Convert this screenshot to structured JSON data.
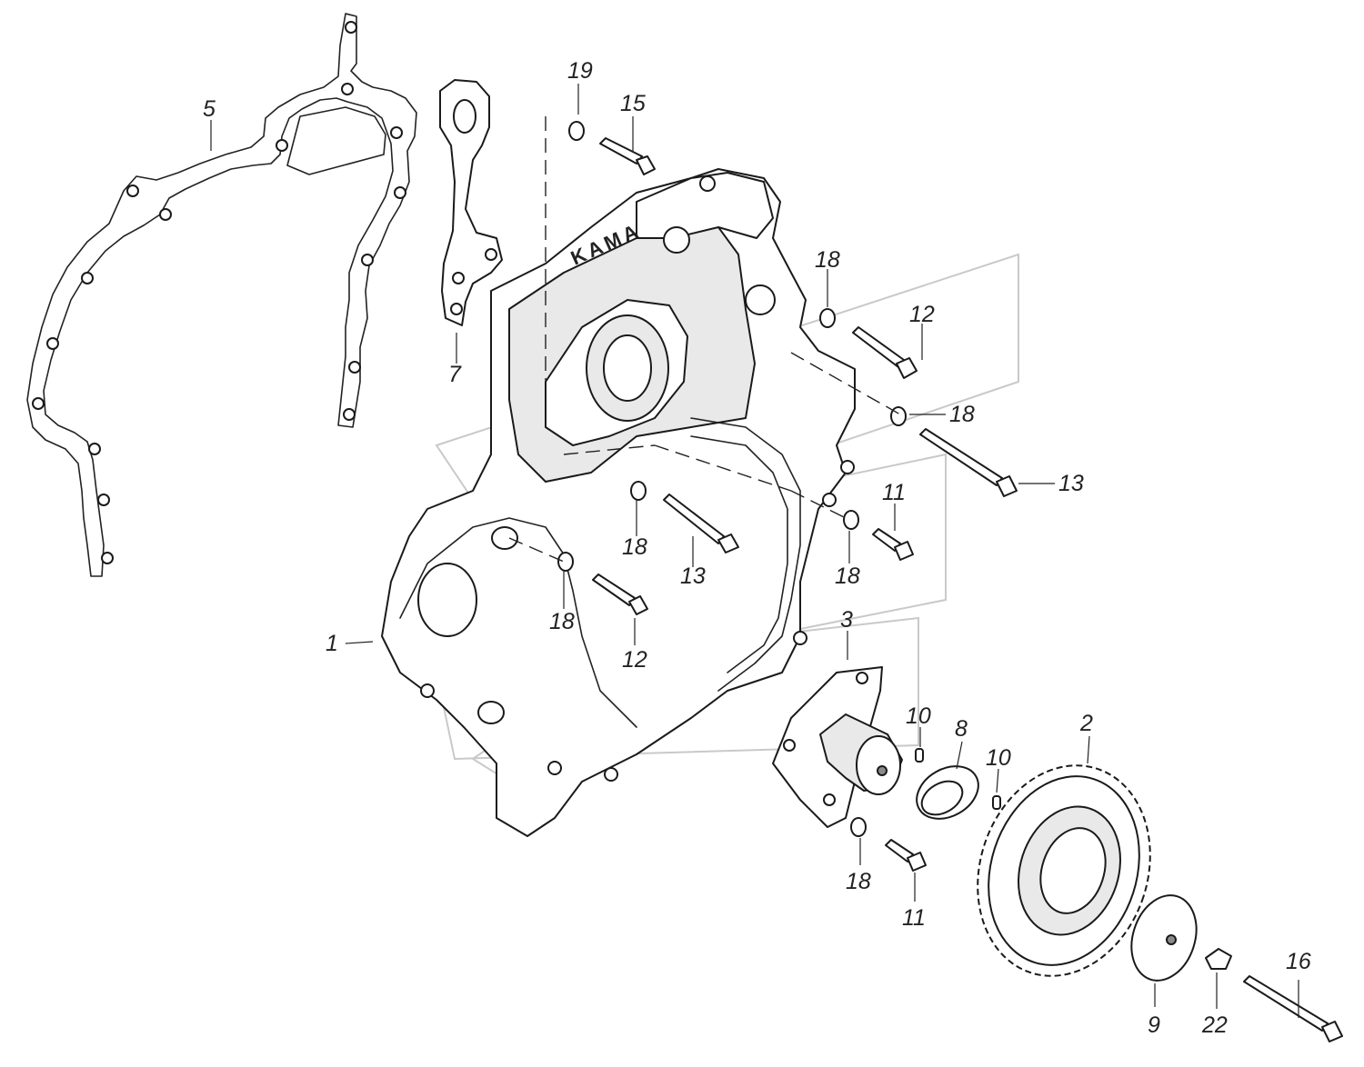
{
  "diagram": {
    "casting_text": "KAMA",
    "callouts": [
      {
        "id": "c1",
        "text": "1"
      },
      {
        "id": "c2",
        "text": "2"
      },
      {
        "id": "c3",
        "text": "3"
      },
      {
        "id": "c5",
        "text": "5"
      },
      {
        "id": "c7",
        "text": "7"
      },
      {
        "id": "c8",
        "text": "8"
      },
      {
        "id": "c9",
        "text": "9"
      },
      {
        "id": "c10a",
        "text": "10"
      },
      {
        "id": "c10b",
        "text": "10"
      },
      {
        "id": "c11a",
        "text": "11"
      },
      {
        "id": "c11b",
        "text": "11"
      },
      {
        "id": "c12a",
        "text": "12"
      },
      {
        "id": "c12b",
        "text": "12"
      },
      {
        "id": "c13a",
        "text": "13"
      },
      {
        "id": "c13b",
        "text": "13"
      },
      {
        "id": "c15",
        "text": "15"
      },
      {
        "id": "c16",
        "text": "16"
      },
      {
        "id": "c18a",
        "text": "18"
      },
      {
        "id": "c18b",
        "text": "18"
      },
      {
        "id": "c18c",
        "text": "18"
      },
      {
        "id": "c18d",
        "text": "18"
      },
      {
        "id": "c18e",
        "text": "18"
      },
      {
        "id": "c18f",
        "text": "18"
      },
      {
        "id": "c19",
        "text": "19"
      },
      {
        "id": "c22",
        "text": "22"
      }
    ]
  }
}
